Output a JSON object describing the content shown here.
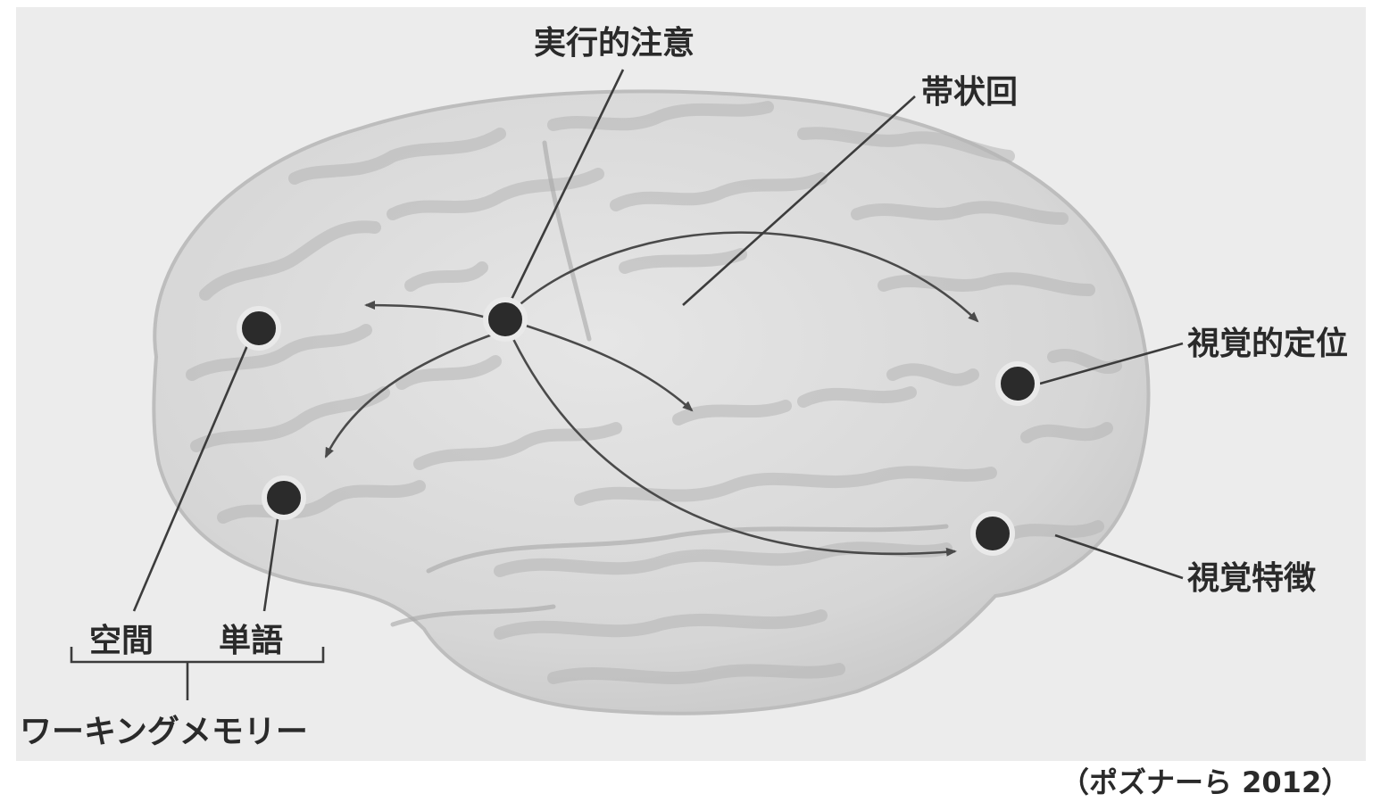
{
  "labels": {
    "executive_attention": "実行的注意",
    "cingulate": "帯状回",
    "visual_orienting": "視覚的定位",
    "visual_feature": "視覚特徴",
    "space": "空間",
    "word": "単語",
    "working_memory": "ワーキングメモリー",
    "citation": "（ポズナーら 2012）"
  },
  "colors": {
    "panel_background": "#ececec",
    "brain": "#d9d9d9",
    "node": "#2b2b2b",
    "lines": "#3c3c3c"
  }
}
